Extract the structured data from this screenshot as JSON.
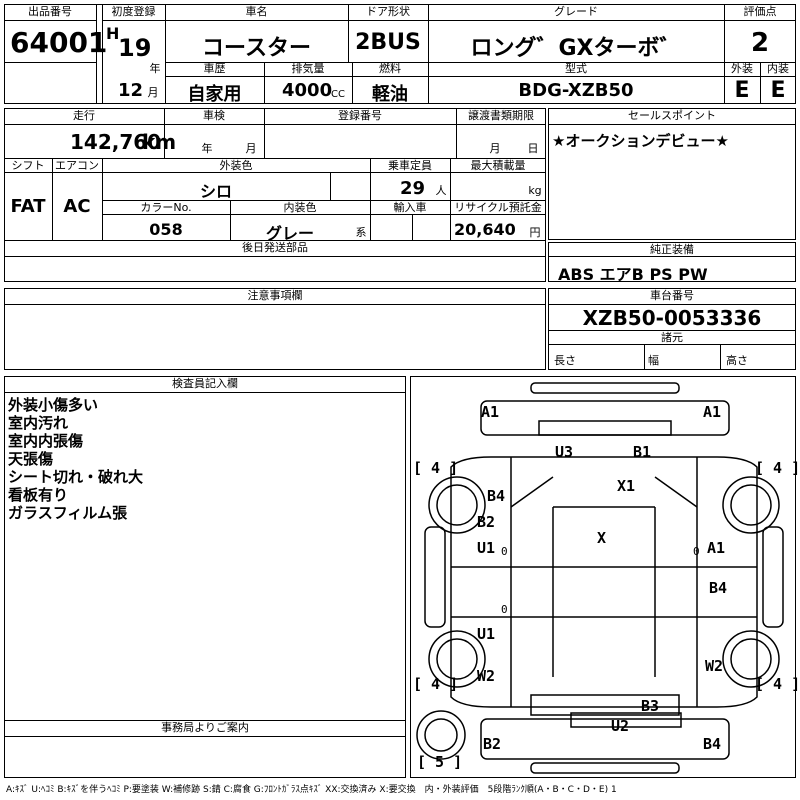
{
  "top": {
    "lot_label": "出品番号",
    "lot": "64001",
    "first_reg_label": "初度登録",
    "era": "H",
    "year": "19",
    "year_unit": "年",
    "month": "12",
    "month_unit": "月",
    "car_name_label": "車名",
    "car_name": "コースター",
    "door_label": "ドア形状",
    "door": "2BUS",
    "grade_label": "グレード",
    "grade": "ロング゛GXターボ゛",
    "score_label": "評価点",
    "score": "2",
    "history_label": "車歴",
    "history": "自家用",
    "disp_label": "排気量",
    "disp": "4000",
    "disp_unit": "CC",
    "fuel_label": "燃料",
    "fuel": "軽油",
    "model_label": "型式",
    "model": "BDG-XZB50",
    "ext_label": "外装",
    "ext": "E",
    "int_label": "内装",
    "int": "E"
  },
  "mid": {
    "mileage_label": "走行",
    "mileage": "142,760",
    "mileage_unit": "km",
    "inspect_label": "車検",
    "inspect_year_unit": "年",
    "inspect_month_unit": "月",
    "regno_label": "登録番号",
    "transfer_label": "譲渡書類期限",
    "transfer_month_unit": "月",
    "transfer_day_unit": "日",
    "salespoint_label": "セールスポイント",
    "salespoint": "★オークションデビュー★",
    "shift_label": "シフト",
    "shift": "FAT",
    "ac_label": "エアコン",
    "ac": "AC",
    "color_label": "外装色",
    "color": "シロ",
    "capacity_label": "乗車定員",
    "capacity": "29",
    "capacity_unit": "人",
    "load_label": "最大積載量",
    "load_unit": "kg",
    "colorno_label": "カラーNo.",
    "colorno": "058",
    "intcolor_label": "内装色",
    "intcolor": "グレー",
    "intcolor_unit": "系",
    "import_label": "輸入車",
    "recycle_label": "リサイクル預託金",
    "recycle": "20,640",
    "recycle_unit": "円",
    "later_label": "後日発送部品",
    "equip_label": "純正装備",
    "equip": "ABS エアB PS PW"
  },
  "notes": {
    "caution_label": "注意事項欄",
    "chassis_label": "車台番号",
    "chassis": "XZB50-0053336",
    "dims_label": "諸元",
    "length_label": "長さ",
    "width_label": "幅",
    "height_label": "高さ"
  },
  "inspector": {
    "label": "検査員記入欄",
    "lines": [
      "外装小傷多い",
      "室内汚れ",
      "室内内張傷",
      "天張傷",
      "シート切れ・破れ大",
      "看板有り",
      "ガラスフィルム張"
    ],
    "office_label": "事務局よりご案内"
  },
  "diagram": {
    "marks": {
      "a1_l": "A1",
      "a1_r": "A1",
      "u3": "U3",
      "b1": "B1",
      "t4_l": "[ 4 ]",
      "t4_r": "[ 4 ]",
      "x1": "X1",
      "b4_l": "B4",
      "b2_l": "B2",
      "u1_l": "U1",
      "x": "X",
      "a1_m": "A1",
      "b4_r": "B4",
      "u1_l2": "U1",
      "w2_l": "W2",
      "w2_r": "W2",
      "b4_l2": "[ 4 ]",
      "b4_r2": "[ 4 ]",
      "b3": "B3",
      "u2": "U2",
      "b2_b": "B2",
      "b4_b": "B4",
      "spare": "[ 5 ]",
      "o1": "0",
      "o2": "0",
      "o3": "0"
    }
  },
  "legend": "A:ｷｽﾞ U:ﾍｺﾐ B:ｷｽﾞを伴うﾍｺﾐ P:要塗装 W:補修跡 S:錆 C:腐食 G:ﾌﾛﾝﾄｶﾞﾗｽ点ｷｽﾞ XX:交換済み X:要交換　内・外装評価　5段階ﾗﾝｸ順(A・B・C・D・E) 1"
}
